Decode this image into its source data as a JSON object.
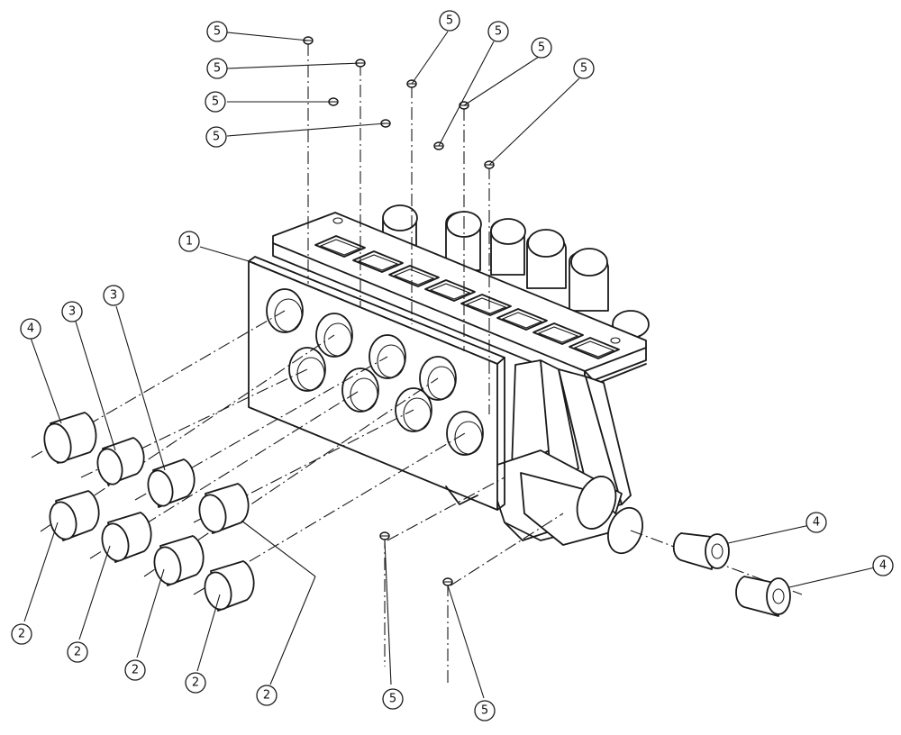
{
  "callouts": [
    {
      "id": "c1",
      "label": "1"
    },
    {
      "id": "c2a",
      "label": "2"
    },
    {
      "id": "c2b",
      "label": "2"
    },
    {
      "id": "c2c",
      "label": "2"
    },
    {
      "id": "c2d",
      "label": "2"
    },
    {
      "id": "c2e",
      "label": "2"
    },
    {
      "id": "c3a",
      "label": "3"
    },
    {
      "id": "c3b",
      "label": "3"
    },
    {
      "id": "c4a",
      "label": "4"
    },
    {
      "id": "c4b",
      "label": "4"
    },
    {
      "id": "c4c",
      "label": "4"
    },
    {
      "id": "c5a",
      "label": "5"
    },
    {
      "id": "c5b",
      "label": "5"
    },
    {
      "id": "c5c",
      "label": "5"
    },
    {
      "id": "c5d",
      "label": "5"
    },
    {
      "id": "c5e",
      "label": "5"
    },
    {
      "id": "c5f",
      "label": "5"
    },
    {
      "id": "c5g",
      "label": "5"
    },
    {
      "id": "c5h",
      "label": "5"
    },
    {
      "id": "c5i",
      "label": "5"
    },
    {
      "id": "c5j",
      "label": "5"
    }
  ]
}
